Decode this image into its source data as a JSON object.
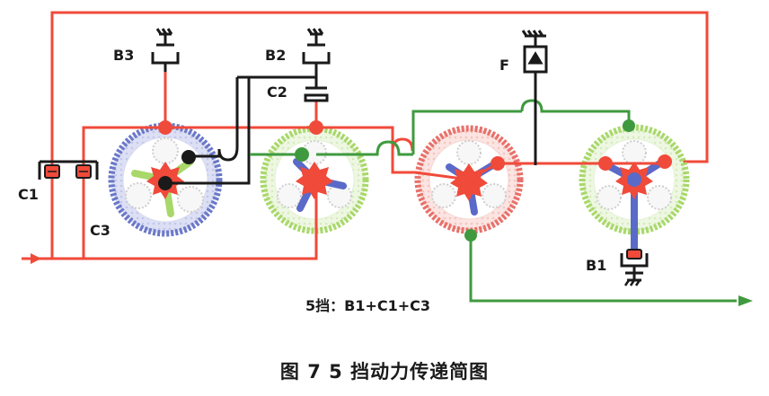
{
  "labels": {
    "b3": "B3",
    "b2": "B2",
    "c2": "C2",
    "f": "F",
    "c1": "C1",
    "c3": "C3",
    "b1": "B1",
    "gear_formula": "5挡：B1+C1+C3"
  },
  "caption": "图 7  5 挡动力传递简图",
  "colors": {
    "power_flow": "#f04a3a",
    "output_path": "#3f9a3f",
    "linkage": "#1a1a1a",
    "gear_blue": "#6b78c8",
    "gear_green": "#a8d86a",
    "gear_red": "#e8706a"
  },
  "icons": [
    "brake-b3-icon",
    "brake-b2-icon",
    "clutch-c2-icon",
    "one-way-clutch-f-icon",
    "clutch-c1-icon",
    "brake-b1-icon",
    "input-arrow-icon",
    "output-arrow-icon"
  ]
}
